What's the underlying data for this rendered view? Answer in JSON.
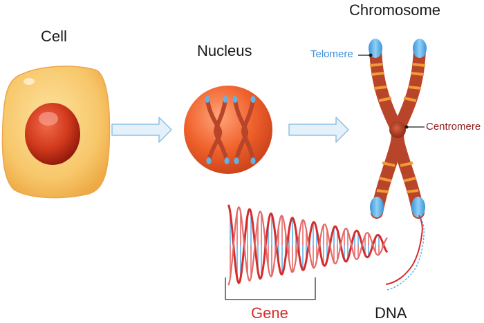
{
  "labels": {
    "cell": "Cell",
    "nucleus": "Nucleus",
    "chromosome": "Chromosome",
    "telomere": "Telomere",
    "centromere": "Centromere",
    "dna": "DNA",
    "gene": "Gene"
  },
  "colors": {
    "telomere_text": "#3b8fd9",
    "centromere_text": "#8b1e1e",
    "gene_text": "#d62c2c",
    "arrow_fill": "#e4f1fa",
    "arrow_stroke": "#8fc0e2",
    "cell_body": "#f7c76a",
    "nucleus_sphere": "#f0622c",
    "chromatid": "#b8452a",
    "chromosome_band": "#f29a37",
    "telomere_cap": "#5fb3ea",
    "dna_strand_red": "#d62c2c",
    "dna_bond_blue": "#5fb3ea"
  }
}
